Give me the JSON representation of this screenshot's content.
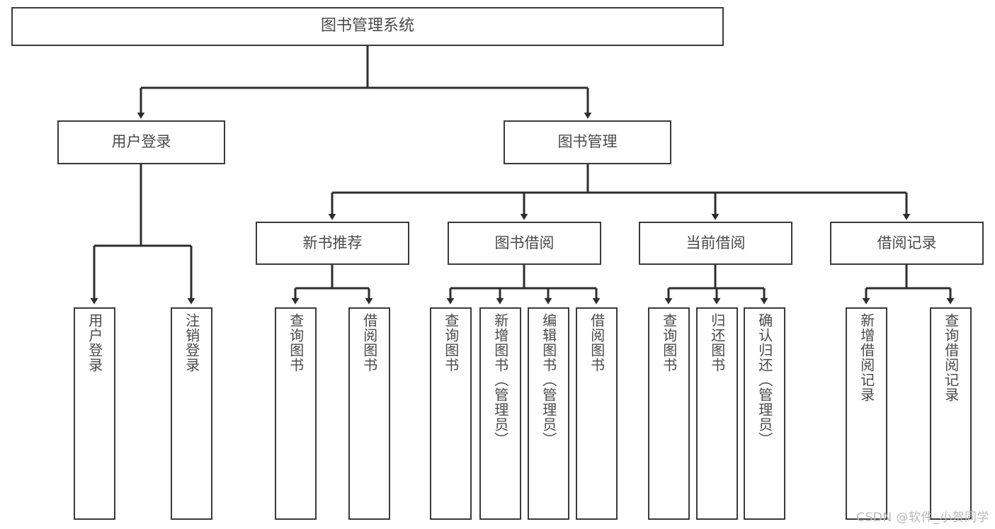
{
  "diagram": {
    "type": "hierarchy-tree",
    "title": "图书管理系统",
    "stroke_color": "#3b3b3b",
    "text_color": "#4a4a4a",
    "background_color": "#ffffff",
    "watermark": "CSDN @软件_小贺同学",
    "levels": {
      "root": {
        "label": "图书管理系统"
      },
      "level2": [
        {
          "label": "用户登录"
        },
        {
          "label": "图书管理"
        }
      ],
      "level3": [
        {
          "label": "新书推荐"
        },
        {
          "label": "图书借阅"
        },
        {
          "label": "当前借阅"
        },
        {
          "label": "借阅记录"
        }
      ],
      "leaves": {
        "user_login": [
          {
            "label": "用户登录"
          },
          {
            "label": "注销登录"
          }
        ],
        "new_book_recommend": [
          {
            "label": "查询图书"
          },
          {
            "label": "借阅图书"
          }
        ],
        "book_borrow": [
          {
            "label": "查询图书"
          },
          {
            "label": "新增图书（管理员）"
          },
          {
            "label": "编辑图书（管理员）"
          },
          {
            "label": "借阅图书"
          }
        ],
        "current_borrow": [
          {
            "label": "查询图书"
          },
          {
            "label": "归还图书"
          },
          {
            "label": "确认归还（管理员）"
          }
        ],
        "borrow_record": [
          {
            "label": "新增借阅记录"
          },
          {
            "label": "查询借阅记录"
          }
        ]
      }
    }
  }
}
